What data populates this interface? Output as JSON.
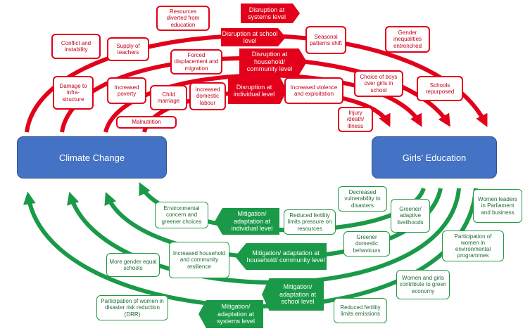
{
  "nodes": {
    "climate_change": "Climate Change",
    "girls_education": "Girls’ Education"
  },
  "disruption": {
    "systems": "Disruption at systems level",
    "school": "Disruption at school level",
    "household": "Disruption at household/ community  level",
    "individual": "Disruption at individual level"
  },
  "impacts": {
    "resources_diverted": "Resources diverted from education",
    "conflict": "Conflict and instability",
    "supply_teachers": "Supply of teachers",
    "damage_infra": "Damage to infra-structure",
    "forced_displacement": "Forced displacement and migration",
    "increased_poverty": "Increased poverty",
    "child_marriage": "Child marriage",
    "domestic_labour": "Increased domestic labour",
    "malnutrition": "Malnutrition",
    "seasonal_patterns": "Seasonal patterns shift",
    "gender_inequalities": "Gender inequalities entrenched",
    "choice_boys": "Choice of boys over girls in school",
    "schools_repurposed": "Schools repurposed",
    "violence": "Increased violence and exploitation",
    "injury": "Injury /death/ illness"
  },
  "mitigation": {
    "individual": "Mitigation/ adaptation at individual level",
    "household": "Mitigation/ adaptation at household/ community  level",
    "school": "Mitigation/ adaptation at school level",
    "systems": "Mitigation/ adaptation at systems level"
  },
  "benefits": {
    "env_concern": "Environmental concern and greener choices",
    "reduced_fertility_resources": "Reduced fertility limits pressure on resources",
    "decreased_vulnerability": "Decreased vulnerability to disasters",
    "greener_livelihoods": "Greener/ adaptive livelihoods",
    "women_leaders": "Women leaders in Parliament and business",
    "greener_domestic": "Greener domestic behaviours",
    "household_resilience": "Increased household and community resilience",
    "gender_equal_schools": "More gender equal schools",
    "women_env_programmes": "Participation of women in environmental programmes",
    "green_economy": "Women and girls contribute to green economy",
    "women_drr": "Participation of women in disaster risk reduction (DRR)",
    "reduced_fertility_emissions": "Reduced fertility limits emissions"
  },
  "colors": {
    "red": "#e2001a",
    "green": "#1a9a48",
    "blue": "#4472c4"
  }
}
